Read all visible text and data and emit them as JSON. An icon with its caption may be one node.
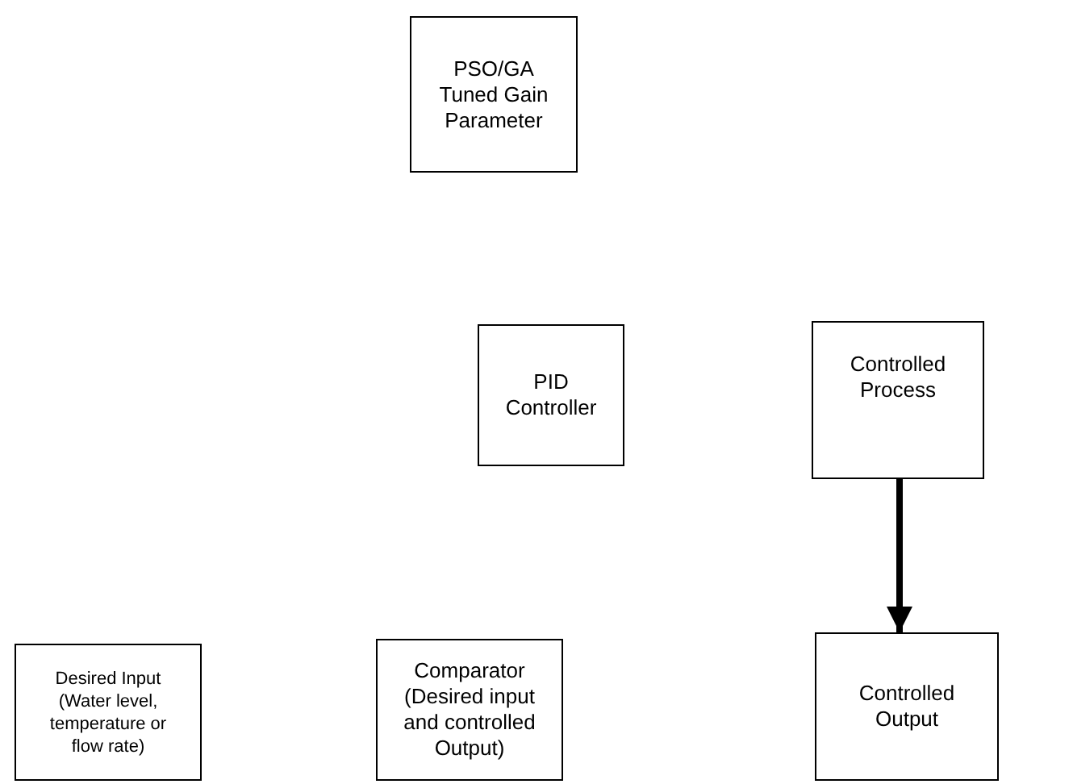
{
  "diagram": {
    "nodes": [
      {
        "text": [
          "PSO/GA Tuned Gain Parameter"
        ]
      },
      {
        "text": [
          "PID Controller"
        ]
      },
      {
        "text": [
          "Controlled Process"
        ]
      },
      {
        "text": [
          "Desired Input (Water level, temperature or flow rate)"
        ]
      },
      {
        "text": [
          "Comparator (Desired input and controlled Output)"
        ]
      },
      {
        "text": [
          "Controlled Output"
        ]
      }
    ],
    "edges": [
      {
        "from": 2,
        "to": 5,
        "arrow": "to"
      }
    ]
  }
}
